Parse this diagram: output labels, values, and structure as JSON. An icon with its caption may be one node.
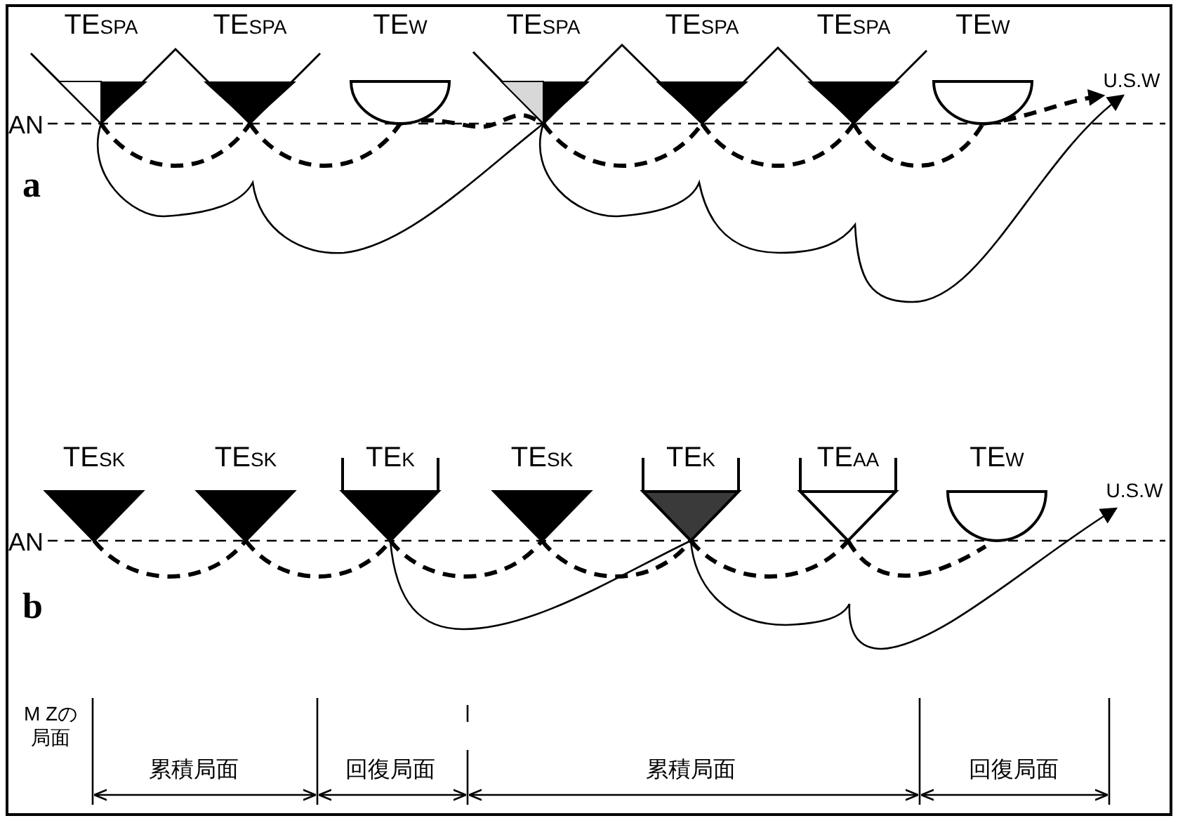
{
  "diagram": {
    "nodes": [
      {
        "text": [
          "TE$_{SPA}$"
        ]
      },
      {
        "text": [
          "TE$_{SPA}$"
        ]
      },
      {
        "text": [
          "TE$_{W}$"
        ]
      },
      {
        "text": [
          "TE$_{SPA}$"
        ]
      },
      {
        "text": [
          "TE$_{SPA}$"
        ]
      },
      {
        "text": [
          "TE$_{SPA}$"
        ]
      },
      {
        "text": [
          "TE$_{W}$"
        ]
      },
      {
        "text": [
          "U.S.W"
        ]
      },
      {
        "text": [
          "TE$_{SK}$"
        ]
      },
      {
        "text": [
          "TE$_{SK}$"
        ]
      },
      {
        "text": [
          "TE$_{K}$"
        ]
      },
      {
        "text": [
          "TE$_{SK}$"
        ]
      },
      {
        "text": [
          "TE$_{K}$"
        ]
      },
      {
        "text": [
          "TE$_{AA}$"
        ]
      },
      {
        "text": [
          "TE$_{W}$"
        ]
      },
      {
        "text": [
          "U.S.W"
        ]
      }
    ],
    "edges": [
      {
        "from": 0,
        "to": 1,
        "arrow": "none",
        "style": "dashed"
      },
      {
        "from": 1,
        "to": 2,
        "arrow": "none",
        "style": "dashed"
      },
      {
        "from": 2,
        "to": 3,
        "arrow": "none",
        "style": "dashed"
      },
      {
        "from": 3,
        "to": 4,
        "arrow": "none",
        "style": "dashed"
      },
      {
        "from": 4,
        "to": 5,
        "arrow": "none",
        "style": "dashed"
      },
      {
        "from": 5,
        "to": 6,
        "arrow": "none",
        "style": "dashed"
      },
      {
        "from": 6,
        "to": 7,
        "arrow": "to",
        "style": "dashed"
      },
      {
        "from": 0,
        "to": 3,
        "arrow": "none"
      },
      {
        "from": 3,
        "to": 7,
        "arrow": "to"
      },
      {
        "from": 8,
        "to": 9,
        "arrow": "none",
        "style": "dashed"
      },
      {
        "from": 9,
        "to": 10,
        "arrow": "none",
        "style": "dashed"
      },
      {
        "from": 10,
        "to": 11,
        "arrow": "none",
        "style": "dashed"
      },
      {
        "from": 11,
        "to": 12,
        "arrow": "none",
        "style": "dashed"
      },
      {
        "from": 12,
        "to": 13,
        "arrow": "none",
        "style": "dashed"
      },
      {
        "from": 13,
        "to": 14,
        "arrow": "none",
        "style": "dashed"
      },
      {
        "from": 10,
        "to": 12,
        "arrow": "none"
      },
      {
        "from": 12,
        "to": 15,
        "arrow": "to"
      }
    ],
    "labels": [
      "AN",
      "a",
      "AN",
      "b",
      "M Zの局面",
      "累積局面",
      "回復局面",
      "累積局面",
      "回復局面"
    ]
  }
}
